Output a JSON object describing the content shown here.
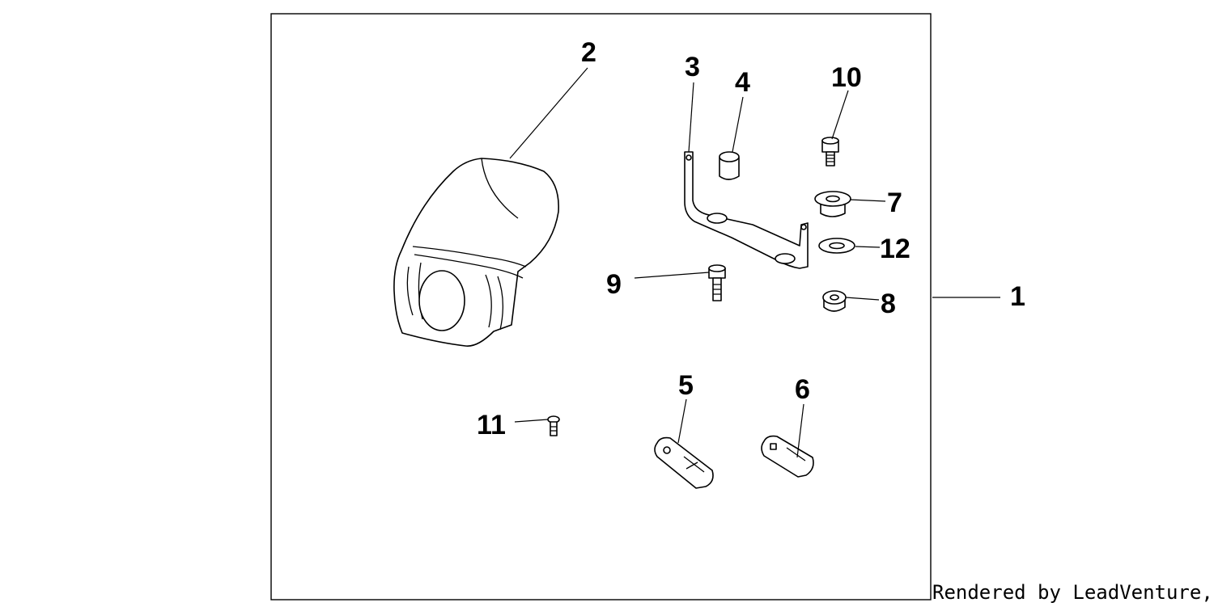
{
  "diagram": {
    "callouts": {
      "c1": "1",
      "c2": "2",
      "c3": "3",
      "c4": "4",
      "c5": "5",
      "c6": "6",
      "c7": "7",
      "c8": "8",
      "c9": "9",
      "c10": "10",
      "c11": "11",
      "c12": "12"
    },
    "footer": "Rendered by LeadVenture, Inc."
  }
}
